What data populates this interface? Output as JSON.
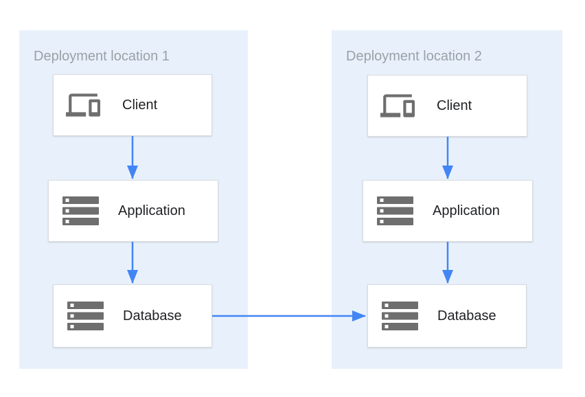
{
  "diagram": {
    "type": "architecture-diagram",
    "panels": [
      {
        "id": "deployment-location-1",
        "title": "Deployment location 1",
        "nodes": [
          {
            "id": "client-1",
            "label": "Client",
            "icon": "devices-icon"
          },
          {
            "id": "application-1",
            "label": "Application",
            "icon": "server-stack-icon"
          },
          {
            "id": "database-1",
            "label": "Database",
            "icon": "server-stack-icon"
          }
        ]
      },
      {
        "id": "deployment-location-2",
        "title": "Deployment location 2",
        "nodes": [
          {
            "id": "client-2",
            "label": "Client",
            "icon": "devices-icon"
          },
          {
            "id": "application-2",
            "label": "Application",
            "icon": "server-stack-icon"
          },
          {
            "id": "database-2",
            "label": "Database",
            "icon": "server-stack-icon"
          }
        ]
      }
    ],
    "edges": [
      {
        "from": "client-1",
        "to": "application-1",
        "direction": "down"
      },
      {
        "from": "application-1",
        "to": "database-1",
        "direction": "down"
      },
      {
        "from": "client-2",
        "to": "application-2",
        "direction": "down"
      },
      {
        "from": "application-2",
        "to": "database-2",
        "direction": "down"
      },
      {
        "from": "database-1",
        "to": "database-2",
        "direction": "right"
      }
    ],
    "colors": {
      "page_background": "#FFFFFF",
      "panel_background": "#E8F1FB",
      "arrow_blue": "#4285F4",
      "icon_gray": "#6E6E6E",
      "panel_title_gray": "#9AA0A6",
      "node_border": "#D9DCE0",
      "node_label": "#202124"
    }
  }
}
